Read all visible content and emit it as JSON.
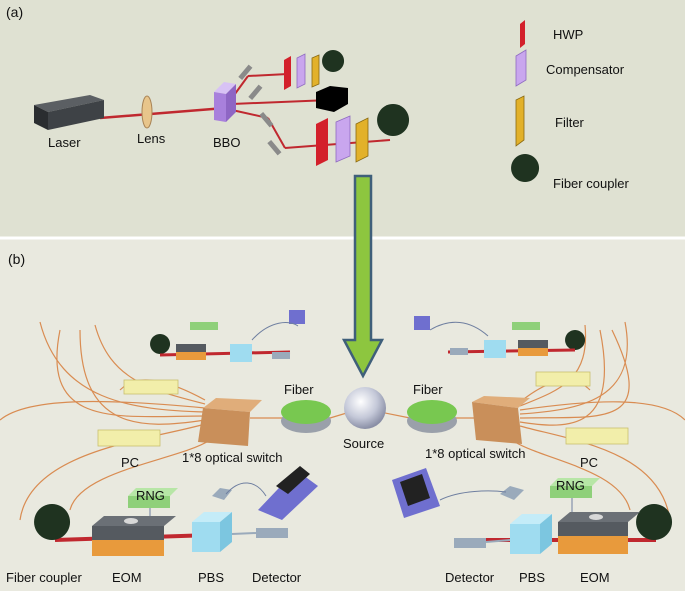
{
  "panel_a": {
    "tag": "(a)",
    "labels": {
      "laser": "Laser",
      "lens": "Lens",
      "bbo": "BBO"
    },
    "legend": [
      {
        "key": "hwp",
        "label": "HWP"
      },
      {
        "key": "compensator",
        "label": "Compensator"
      },
      {
        "key": "filter",
        "label": "Filter"
      },
      {
        "key": "fiber_coupler",
        "label": "Fiber coupler"
      }
    ]
  },
  "panel_b": {
    "tag": "(b)",
    "center": {
      "source": "Source",
      "fiber_left": "Fiber",
      "fiber_right": "Fiber"
    },
    "left": {
      "switch": "1*8 optical switch",
      "pc": "PC",
      "rng": "RNG",
      "fiber_coupler": "Fiber coupler",
      "eom": "EOM",
      "pbs": "PBS",
      "detector": "Detector"
    },
    "right": {
      "switch": "1*8 optical switch",
      "pc": "PC",
      "rng": "RNG",
      "detector": "Detector",
      "pbs": "PBS",
      "eom": "EOM"
    }
  },
  "colors": {
    "background": "#e9e9df",
    "divider": "#ffffff",
    "beam": "#c0282f",
    "hwp": "#d3202b",
    "compensator": "#c9a6ee",
    "filter": "#e2b12a",
    "fiber_coupler": "#1f3320",
    "arrow_fill": "#8dc63f",
    "arrow_stroke": "#3f5f7a",
    "fiber_line": "#d98c52",
    "switch": "#c98f5a",
    "pc": "#f2eeaa",
    "rng": "#8fd07a",
    "eom_top": "#555a60",
    "eom_base": "#e89a3c",
    "pbs": "#9fdcf0",
    "detector": "#9aaabb",
    "computer": "#6f6fcf",
    "source": "#c4c8d8",
    "fiber_spool": "#78c850"
  }
}
